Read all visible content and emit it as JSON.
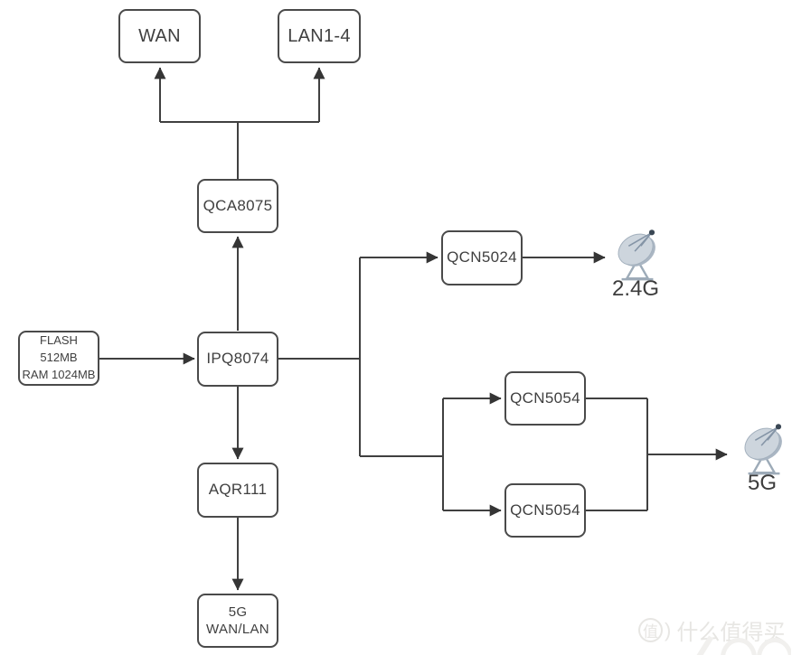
{
  "diagram": {
    "title_semantic": "Router SoC block diagram",
    "nodes": {
      "wan": {
        "label": "WAN"
      },
      "lan": {
        "label": "LAN1-4"
      },
      "qca8075": {
        "label": "QCA8075"
      },
      "memory": {
        "line1": "FLASH 512MB",
        "line2": "RAM 1024MB"
      },
      "ipq8074": {
        "label": "IPQ8074"
      },
      "qcn5024": {
        "label": "QCN5024"
      },
      "qcn5054_top": {
        "label": "QCN5054"
      },
      "qcn5054_bottom": {
        "label": "QCN5054"
      },
      "aqr111": {
        "label": "AQR111"
      },
      "wan_lan_5g": {
        "label": "5G WAN/LAN"
      }
    },
    "antennas": {
      "band_24g": {
        "label": "2.4G"
      },
      "band_5g": {
        "label": "5G"
      }
    },
    "colors": {
      "background": "#ffffff",
      "line": "#404040",
      "box_border": "#4a4a4a",
      "text": "#404040",
      "dish_fill": "#cdd5dd",
      "dish_rim": "#aab6c3",
      "dish_stand": "#9dabb8",
      "dish_tip": "#3a4754",
      "watermark": "#e7e6e3"
    }
  },
  "watermark": {
    "logo_char": "值",
    "logo_paren": ")",
    "text": "什么值得买"
  }
}
